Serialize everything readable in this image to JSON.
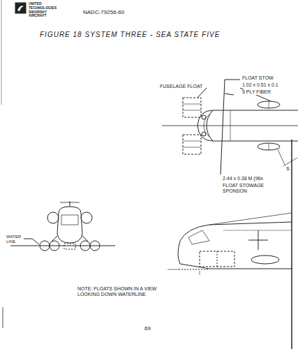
{
  "diagram": {
    "title": "FIGURE 18 SYSTEM THREE - SEA STATE FIVE",
    "labels": [
      "UNITED TECHNOLOGIES SIKORSKY AIRCRAFT",
      "NADC-79256-60",
      "FLOAT STOW",
      "1.02 x 0.51 x 0.1",
      "5 PLY FIBER",
      "FUSELAGE FLOAT",
      "S",
      "2.44 x 0.38 M (96x",
      "FLOAT STOWAGE SPONSON",
      "WATER LINE",
      "NOTE: FLOATS SHOWN IN A VIEW LOOKING DOWN WATERLINE",
      "69"
    ]
  }
}
